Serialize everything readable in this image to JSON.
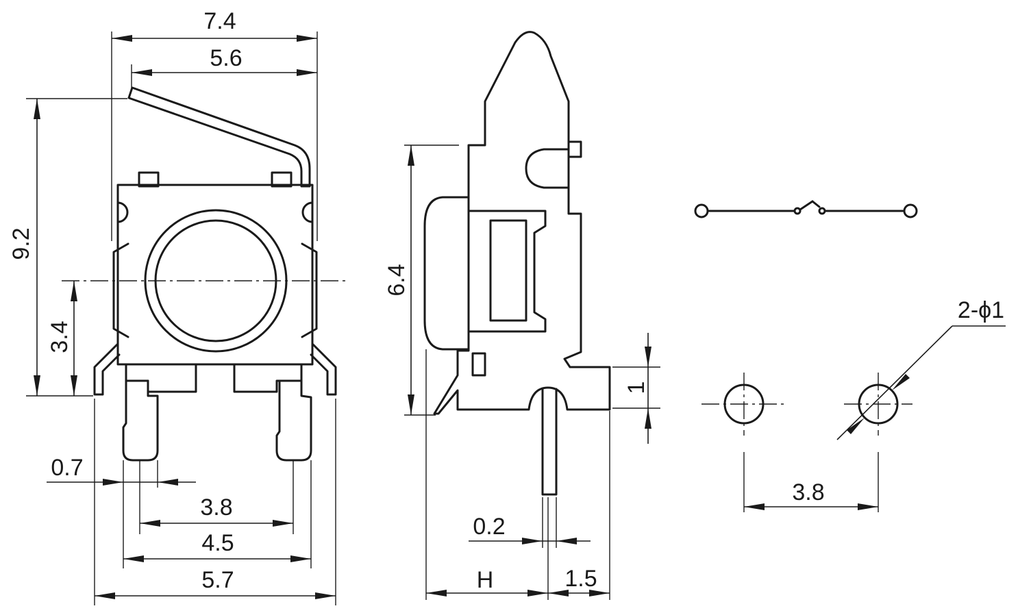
{
  "dimensions": {
    "overall_width": "7.4",
    "lever_width": "5.6",
    "overall_height": "9.2",
    "center_height": "3.4",
    "pin_width": "0.7",
    "pin_pitch": "3.8",
    "pin_outer": "4.5",
    "bracket_width": "5.7",
    "side_height": "6.4",
    "tab_height": "1",
    "pin_thickness": "0.2",
    "offset_h": "H",
    "pin_offset": "1.5",
    "hole_spec": "2-ϕ1",
    "hole_pitch": "3.8"
  }
}
